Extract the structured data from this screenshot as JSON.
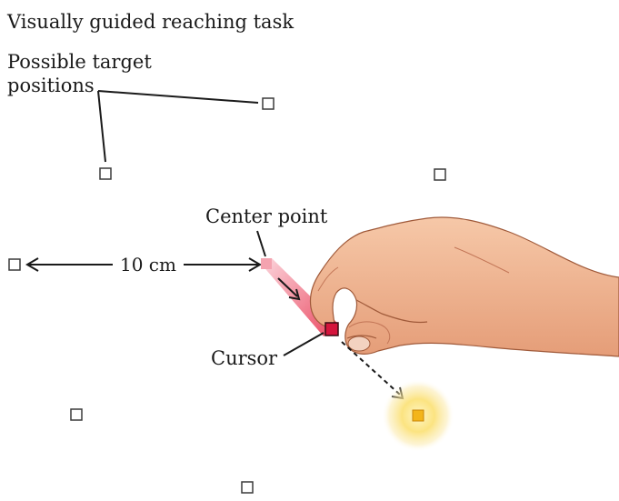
{
  "title": "Visually guided reaching task",
  "labels": {
    "possible_targets_line1": "Possible target",
    "possible_targets_line2": "positions",
    "center_point": "Center point",
    "cursor": "Cursor",
    "distance": "10 cm"
  },
  "colors": {
    "target_outline": "#3a3a3a",
    "center_point": "#f4a3b0",
    "cursor": "#d4143c",
    "active_target": "#f3b51b",
    "active_glow": "#fbe27a",
    "skin": "#f0b896",
    "skin_shadow": "#d88a68"
  },
  "icons": [
    "hand-illustration",
    "target-square",
    "arrow"
  ]
}
